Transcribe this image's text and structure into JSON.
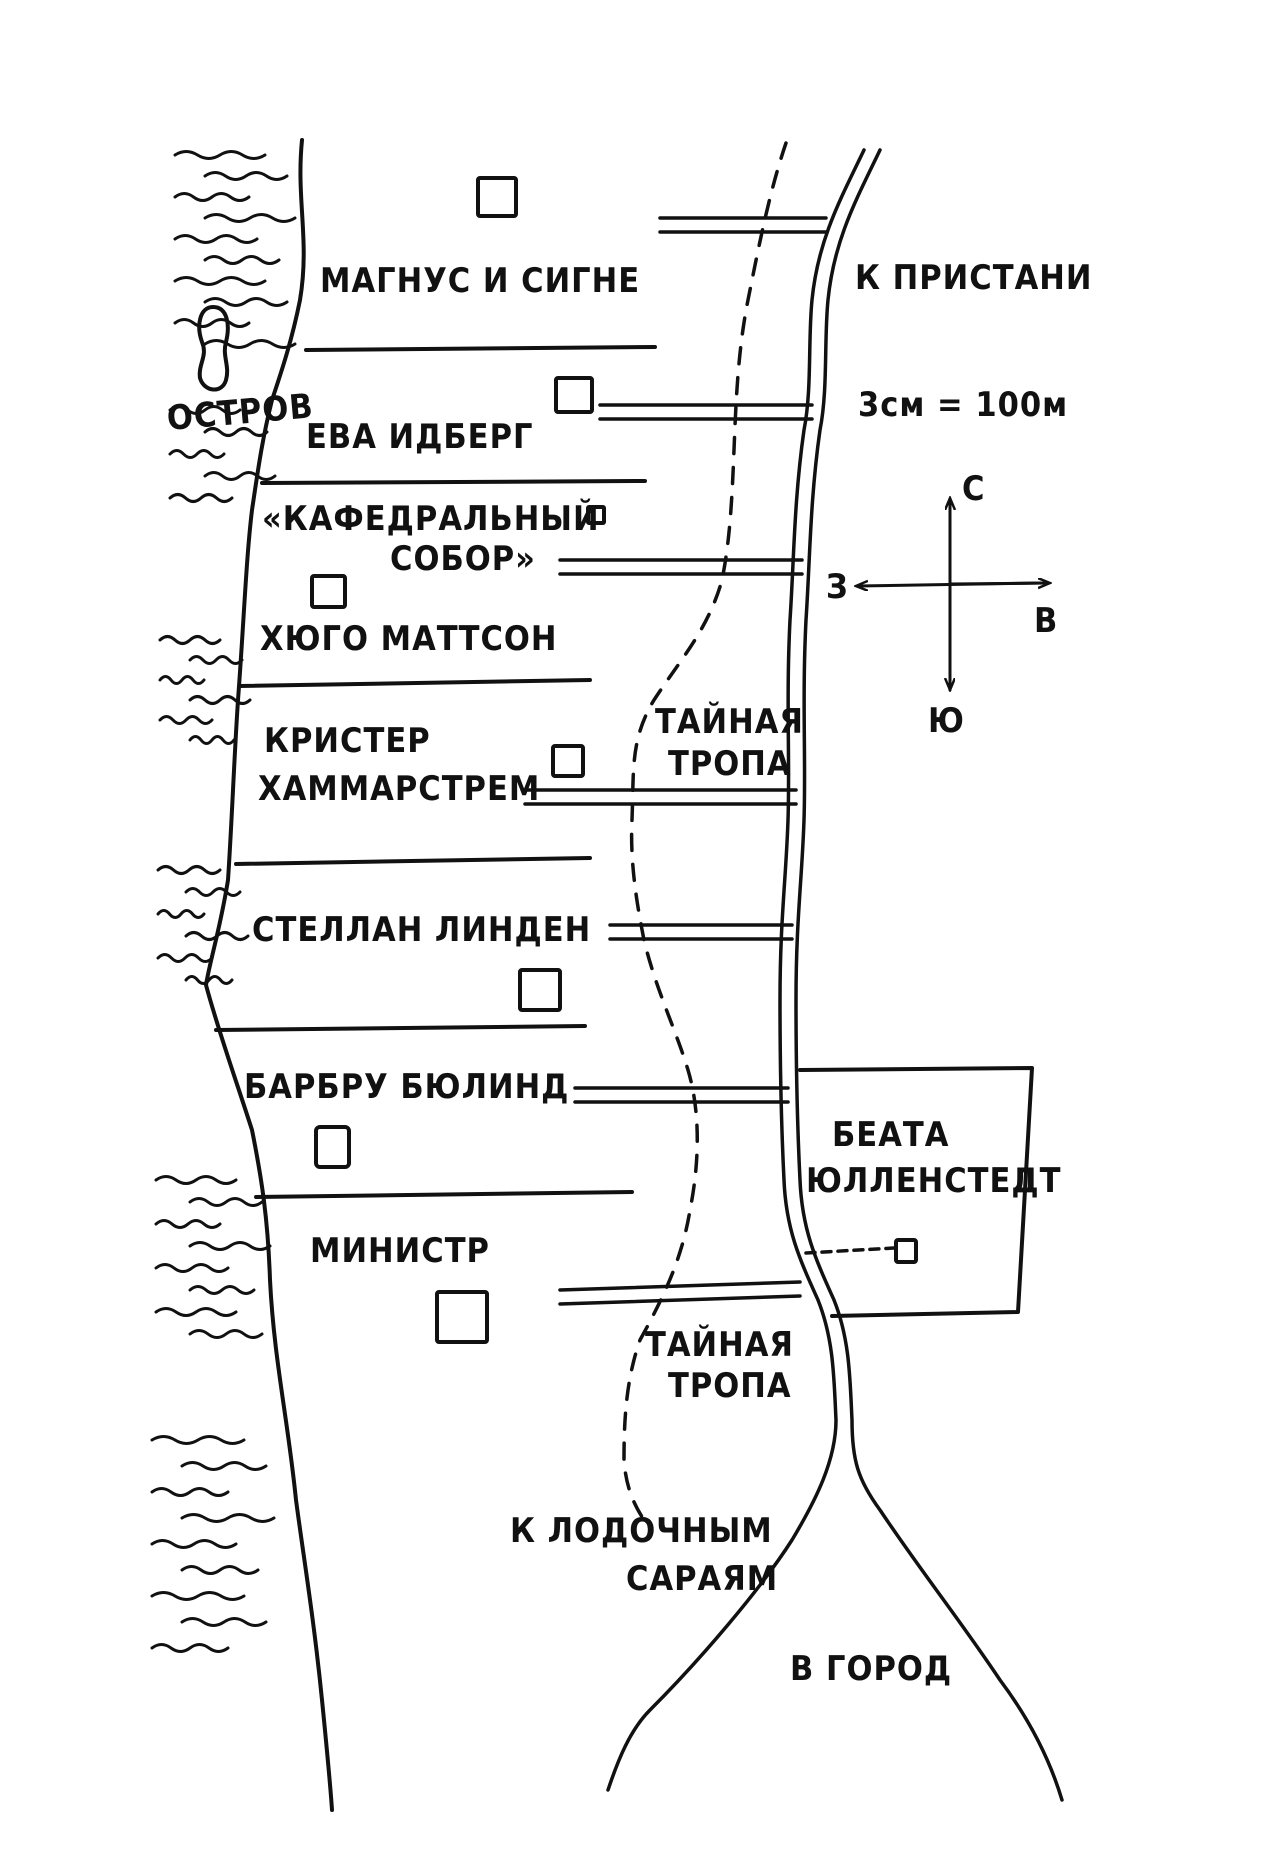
{
  "colors": {
    "ink": "#111111",
    "paper": "#ffffff"
  },
  "labels": {
    "magnus_signe": "МАГНУС И СИГНЕ",
    "to_pier": "К ПРИСТАНИ",
    "island": "ОСТРОВ",
    "eva_idberg": "ЕВА ИДБЕРГ",
    "scale": "3см = 100м",
    "cathedral_line1": "«КАФЕДРАЛЬНЫЙ",
    "cathedral_line2": "СОБОР»",
    "hugo_mattson": "ХЮГО МАТТСОН",
    "krister_line1": "КРИСТЕР",
    "krister_line2": "ХАММАРСТРЕМ",
    "secret_path_1_line1": "ТАЙНАЯ",
    "secret_path_1_line2": "ТРОПА",
    "stellan_linden": "СТЕЛЛАН ЛИНДЕН",
    "barbru_bulind": "БАРБРУ БЮЛИНД",
    "beata_line1": "БЕАТА",
    "beata_line2": "ЮЛЛЕНСТЕДТ",
    "minister": "МИНИСТР",
    "secret_path_2_line1": "ТАЙНАЯ",
    "secret_path_2_line2": "ТРОПА",
    "to_boathouses_line1": "К ЛОДОЧНЫМ",
    "to_boathouses_line2": "САРАЯМ",
    "to_town": "В ГОРОД"
  },
  "compass": {
    "north": "С",
    "south": "Ю",
    "west": "З",
    "east": "В"
  },
  "icons": {
    "house": "house-icon",
    "compass": "compass-rose-icon",
    "water": "water-waves-icon",
    "island": "island-icon"
  }
}
